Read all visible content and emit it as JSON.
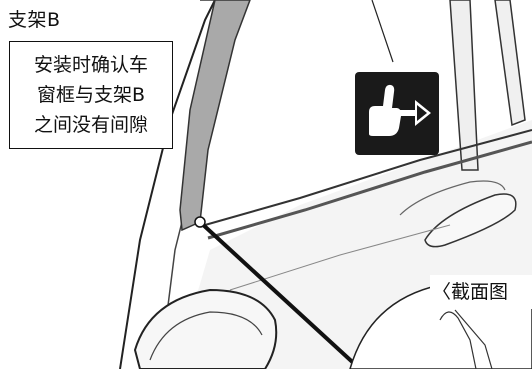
{
  "labels": {
    "bracket_label": "支架B",
    "section_label": "〈截面图"
  },
  "callout": {
    "lines": [
      "安装时确认车",
      "窗框与支架B",
      "之间没有间隙"
    ]
  },
  "icons": {
    "push_icon": "push-hand-arrow-icon"
  }
}
